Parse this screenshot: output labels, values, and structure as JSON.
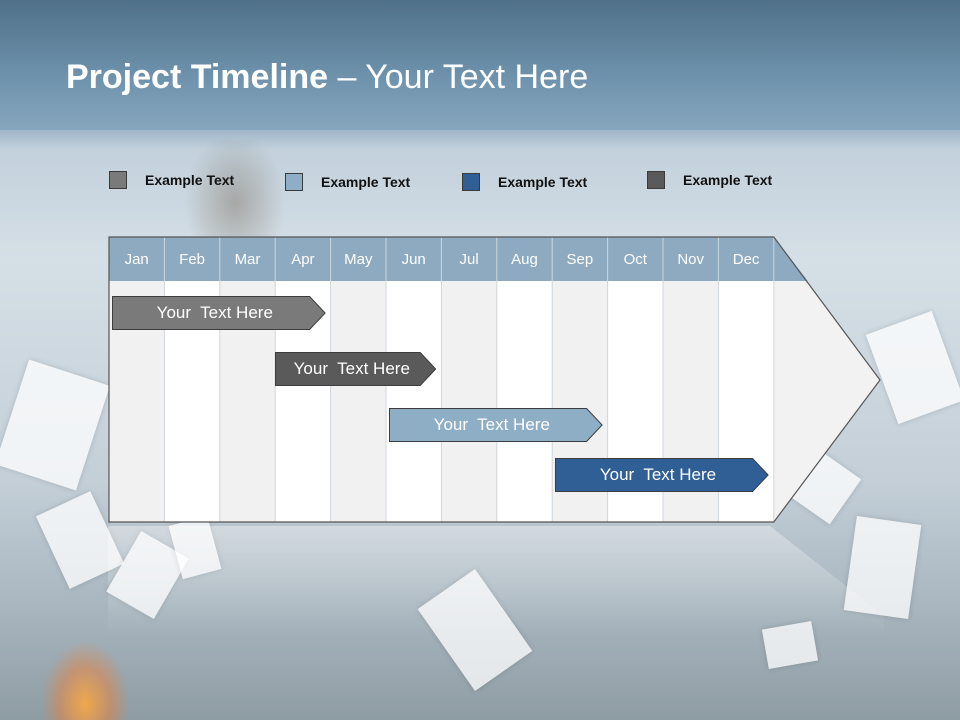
{
  "slide": {
    "title_bold": "Project Timeline",
    "title_rest": " – Your Text Here"
  },
  "legend": [
    {
      "label": "Example Text",
      "color": "#7a7a7a"
    },
    {
      "label": "Example Text",
      "color": "#8eaec6"
    },
    {
      "label": "Example Text",
      "color": "#2f5f94"
    },
    {
      "label": "Example Text",
      "color": "#5a5a5a"
    }
  ],
  "timeline": {
    "months": [
      "Jan",
      "Feb",
      "Mar",
      "Apr",
      "May",
      "Jun",
      "Jul",
      "Aug",
      "Sep",
      "Oct",
      "Nov",
      "Dec"
    ],
    "header_color": "#8eaac1",
    "tasks": [
      {
        "label": "Your  Text Here",
        "start_month": "Jan",
        "end_month": "Apr",
        "color": "#7a7a7a"
      },
      {
        "label": "Your  Text Here",
        "start_month": "Apr",
        "end_month": "Jun",
        "color": "#5a5a5a"
      },
      {
        "label": "Your  Text Here",
        "start_month": "Jun",
        "end_month": "Sep",
        "color": "#8eaec6"
      },
      {
        "label": "Your  Text Here",
        "start_month": "Sep",
        "end_month": "Dec",
        "color": "#2f5f94"
      }
    ]
  }
}
